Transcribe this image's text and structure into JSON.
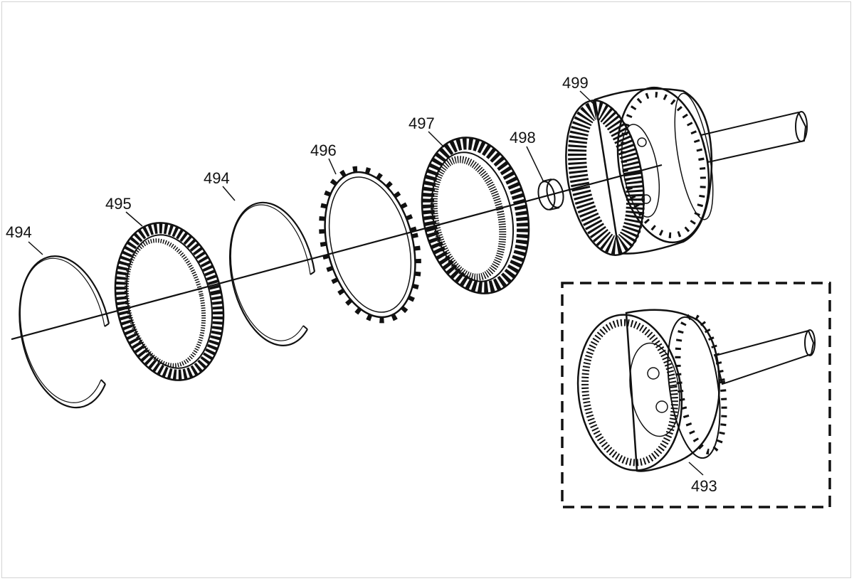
{
  "callouts": {
    "snap_ring_left": "494",
    "ring_495": "495",
    "snap_ring_mid": "494",
    "plate_496": "496",
    "ring_497": "497",
    "bushing_498": "498",
    "housing_499": "499",
    "gear_shaft_493": "493"
  },
  "colors": {
    "line": "#111111",
    "background": "#ffffff",
    "border": "#d4d4d4"
  }
}
